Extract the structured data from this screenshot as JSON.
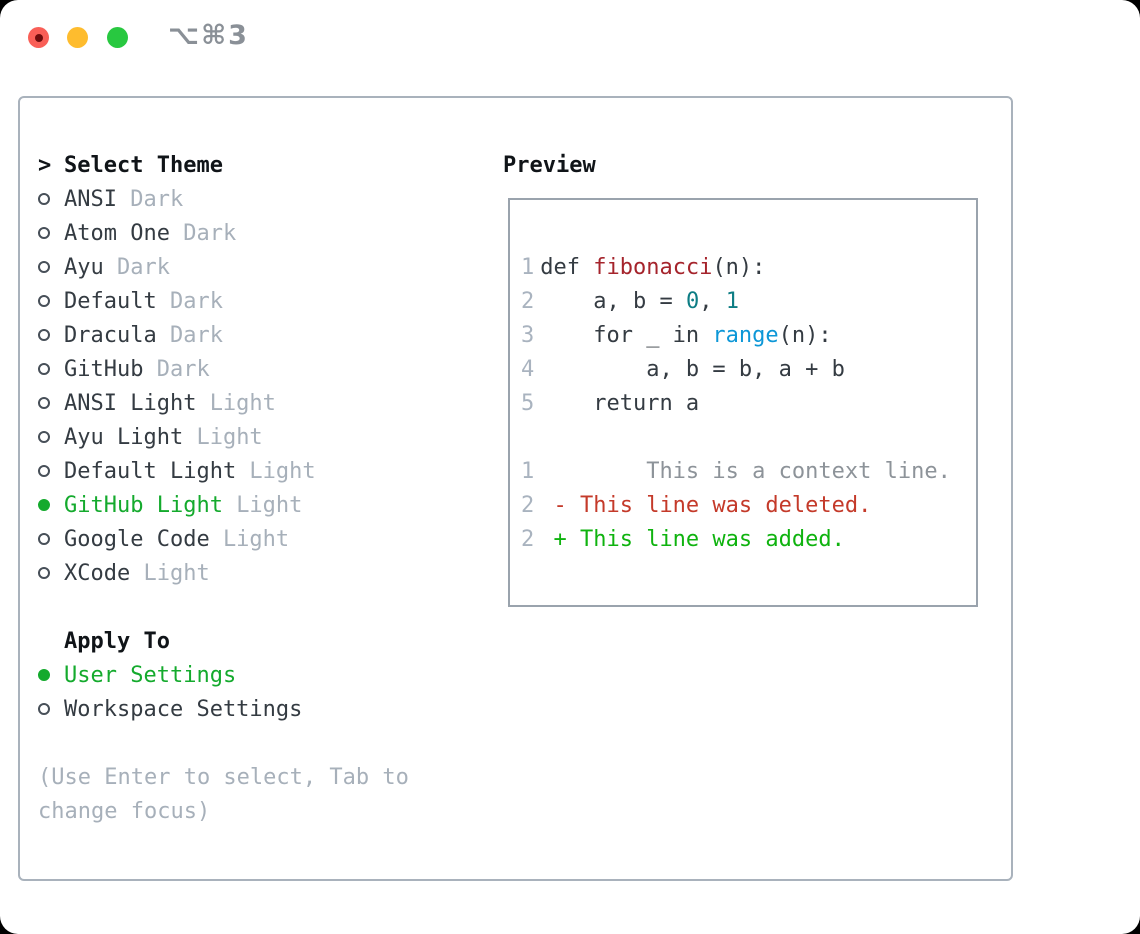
{
  "titlebar": {
    "title": "⌥⌘3",
    "traffic_lights": [
      "close",
      "minimize",
      "zoom"
    ]
  },
  "theme_picker": {
    "prompt": ">",
    "title": "Select Theme",
    "themes": [
      {
        "name": "ANSI",
        "variant": "Dark",
        "selected": false
      },
      {
        "name": "Atom One",
        "variant": "Dark",
        "selected": false
      },
      {
        "name": "Ayu",
        "variant": "Dark",
        "selected": false
      },
      {
        "name": "Default",
        "variant": "Dark",
        "selected": false
      },
      {
        "name": "Dracula",
        "variant": "Dark",
        "selected": false
      },
      {
        "name": "GitHub",
        "variant": "Dark",
        "selected": false
      },
      {
        "name": "ANSI Light",
        "variant": "Light",
        "selected": false
      },
      {
        "name": "Ayu Light",
        "variant": "Light",
        "selected": false
      },
      {
        "name": "Default Light",
        "variant": "Light",
        "selected": false
      },
      {
        "name": "GitHub Light",
        "variant": "Light",
        "selected": true
      },
      {
        "name": "Google Code",
        "variant": "Light",
        "selected": false
      },
      {
        "name": "XCode",
        "variant": "Light",
        "selected": false
      }
    ],
    "apply_to": {
      "title": "Apply To",
      "options": [
        {
          "label": "User Settings",
          "selected": true
        },
        {
          "label": "Workspace Settings",
          "selected": false
        }
      ]
    },
    "help_lines": [
      "(Use Enter to select, Tab to",
      "change focus)"
    ]
  },
  "preview": {
    "title": "Preview",
    "code_lines": [
      {
        "num": "1",
        "tokens": [
          {
            "text": "def ",
            "type": "plain"
          },
          {
            "text": "fibonacci",
            "type": "function"
          },
          {
            "text": "(n):",
            "type": "plain"
          }
        ]
      },
      {
        "num": "2",
        "tokens": [
          {
            "text": "    a, b = ",
            "type": "plain"
          },
          {
            "text": "0",
            "type": "number"
          },
          {
            "text": ", ",
            "type": "plain"
          },
          {
            "text": "1",
            "type": "number"
          }
        ]
      },
      {
        "num": "3",
        "tokens": [
          {
            "text": "    for _ in ",
            "type": "plain"
          },
          {
            "text": "range",
            "type": "builtin"
          },
          {
            "text": "(n):",
            "type": "plain"
          }
        ]
      },
      {
        "num": "4",
        "tokens": [
          {
            "text": "        a, b = b, a + b",
            "type": "plain"
          }
        ]
      },
      {
        "num": "5",
        "tokens": [
          {
            "text": "    return a",
            "type": "plain"
          }
        ]
      }
    ],
    "diff_lines": [
      {
        "num": "1",
        "text": "        This is a context line.",
        "type": "context"
      },
      {
        "num": "2",
        "text": " - This line was deleted.",
        "type": "deleted"
      },
      {
        "num": "2",
        "text": " + This line was added.",
        "type": "added"
      }
    ]
  },
  "colors": {
    "selected_green": "#14aa2d",
    "added_green": "#0fb30f",
    "deleted_red": "#c43a2a",
    "function_red": "#a5242c",
    "number_teal": "#0d7d84",
    "builtin_blue": "#0d97d7",
    "text_dark": "#343b42",
    "muted_gray": "#a7b0ba",
    "context_gray": "#8d9399",
    "line_number_gray": "#a9b3bf",
    "panel_border": "#a9b2bc",
    "preview_border": "#9aa3ad",
    "titlebar_text": "#8a9097",
    "traffic_red": "#f95f57",
    "traffic_yellow": "#febc2e",
    "traffic_green": "#28c840"
  }
}
